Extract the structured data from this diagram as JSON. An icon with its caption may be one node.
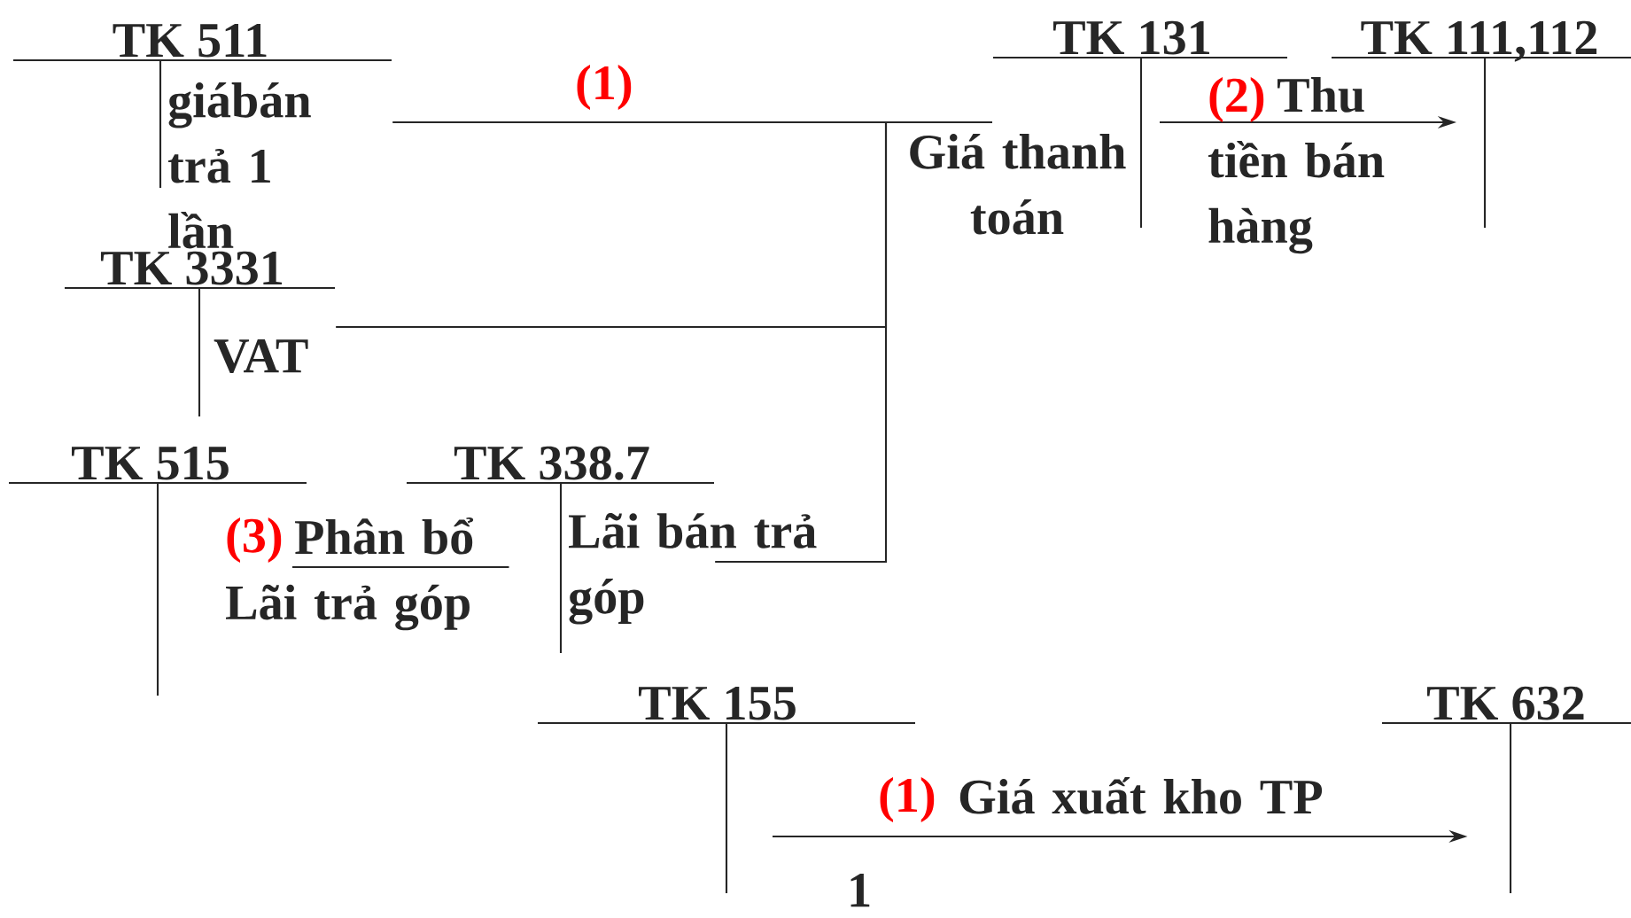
{
  "diagram": {
    "nodes": [
      {
        "text": [
          "TK 511",
          "giábán trả 1 lần"
        ]
      },
      {
        "text": [
          "TK 3331",
          "VAT"
        ]
      },
      {
        "text": [
          "TK 515"
        ]
      },
      {
        "text": [
          "TK 338.7",
          "Lãi bán trả góp"
        ]
      },
      {
        "text": [
          "TK 131",
          "Giá thanh toán"
        ]
      },
      {
        "text": [
          "TK 111,112"
        ]
      },
      {
        "text": [
          "TK 155"
        ]
      },
      {
        "text": [
          "TK 632"
        ]
      }
    ],
    "edges": [
      {
        "from": 0,
        "to": 4,
        "arrow": "none",
        "label": "(1)"
      },
      {
        "from": 1,
        "to": 4,
        "arrow": "none"
      },
      {
        "from": 3,
        "to": 4,
        "arrow": "none"
      },
      {
        "from": 4,
        "to": 5,
        "arrow": "to",
        "label": "(2)"
      },
      {
        "from": 3,
        "to": 2,
        "arrow": "none",
        "label": "(3)"
      },
      {
        "from": 6,
        "to": 7,
        "arrow": "to",
        "label": "(1)"
      }
    ],
    "labels": [
      "Thu tiền bán hàng",
      "Phân bổ Lãi trả góp",
      "Giá xuất kho TP",
      "1"
    ]
  }
}
